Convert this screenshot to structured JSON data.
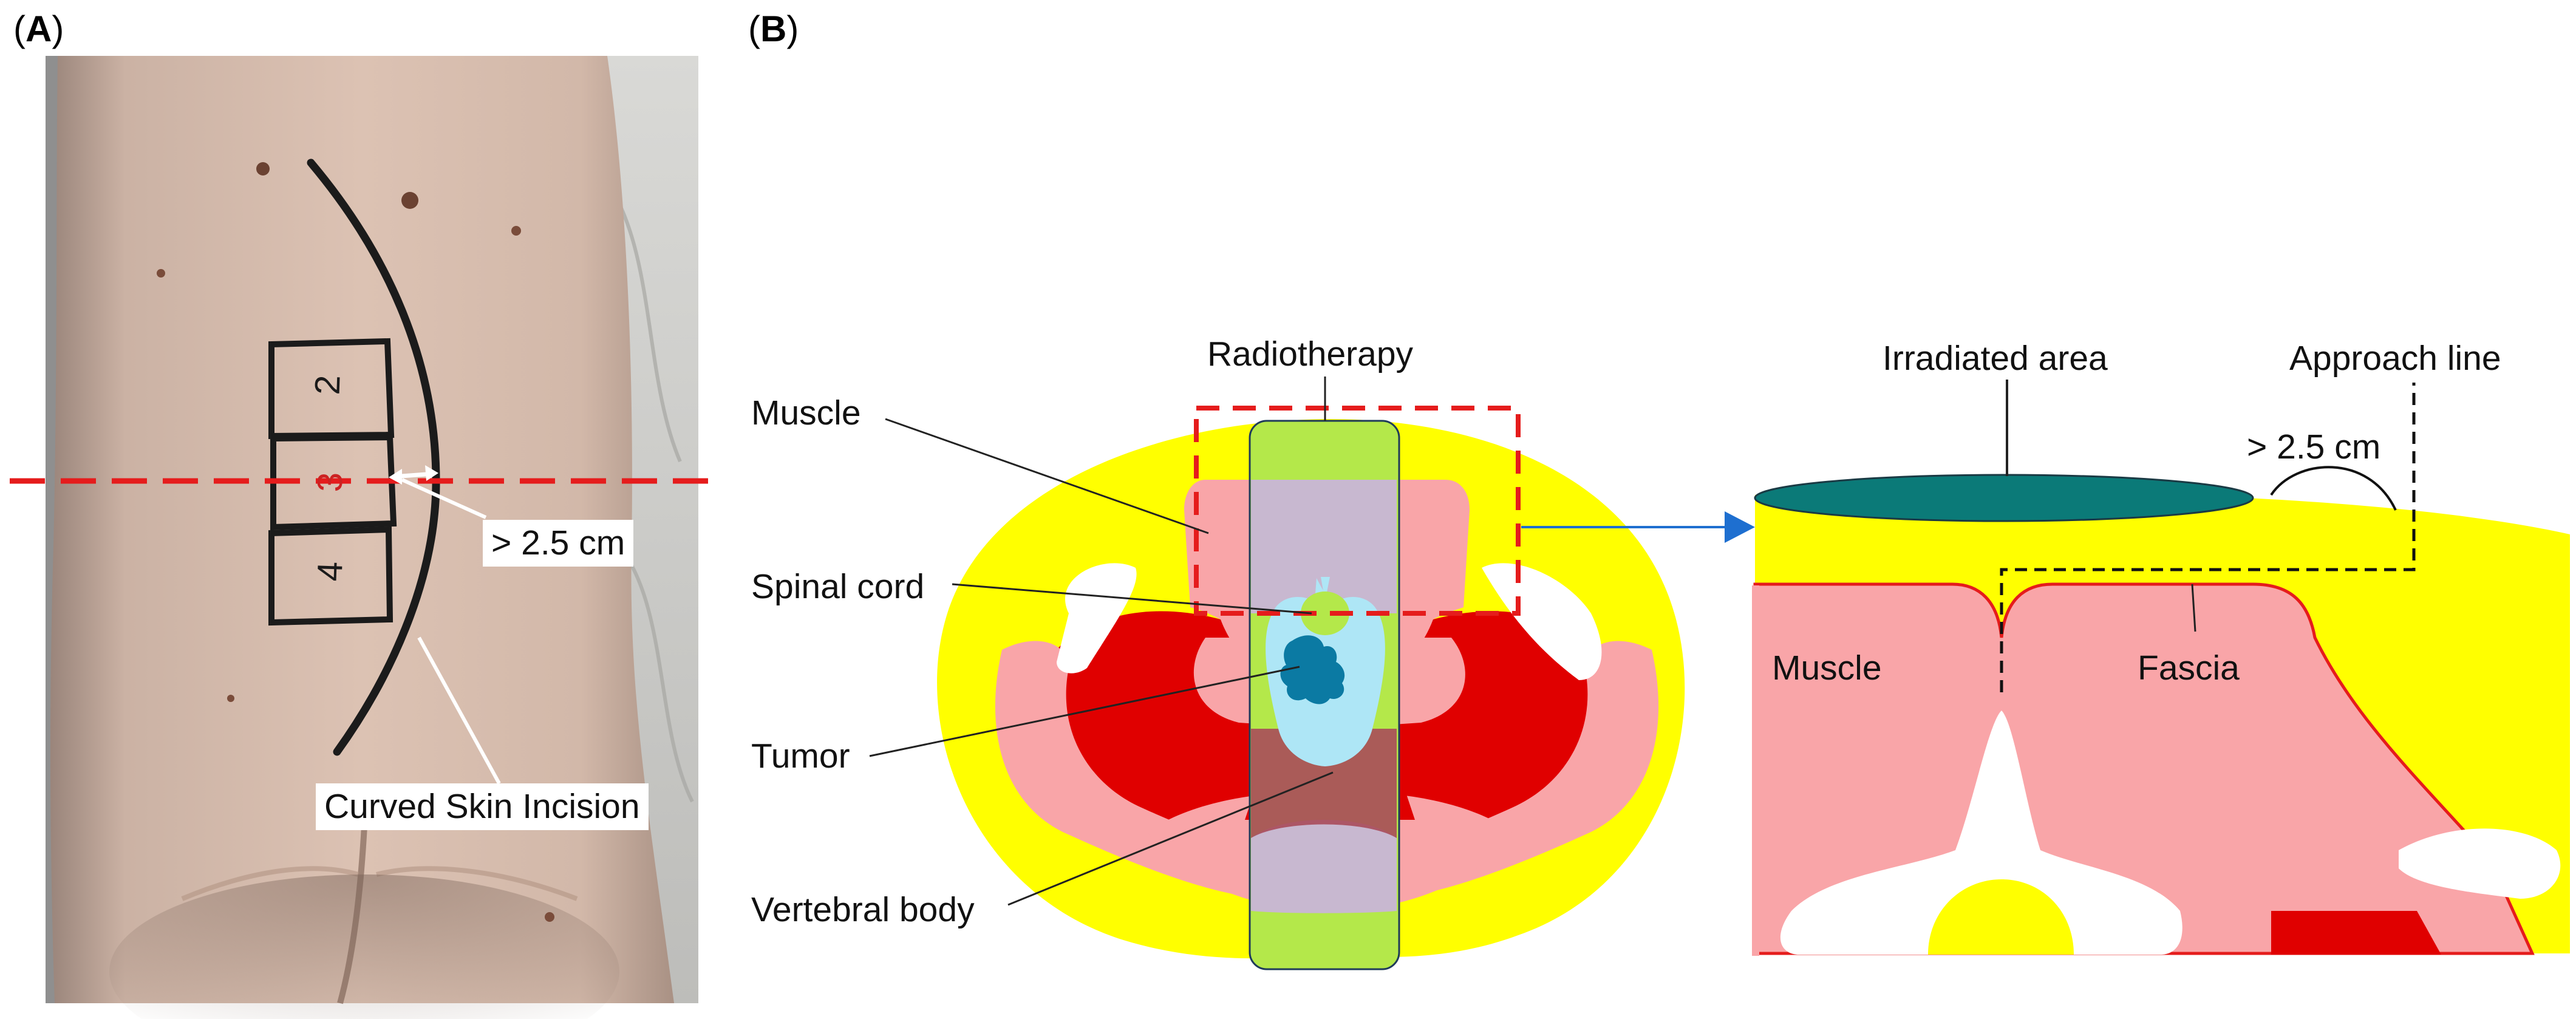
{
  "panel_a": {
    "letter_open": "(",
    "letter": "A",
    "letter_close": ")",
    "boxes": [
      "2",
      "3",
      "4"
    ],
    "distance_label": "> 2.5 cm",
    "incision_label": "Curved Skin Incision"
  },
  "panel_b": {
    "letter_open": "(",
    "letter": "B",
    "letter_close": ")",
    "cross_section": {
      "radiotherapy": "Radiotherapy",
      "muscle": "Muscle",
      "spinal_cord": "Spinal cord",
      "tumor": "Tumor",
      "vertebral_body": "Vertebral body"
    },
    "detail": {
      "irradiated_area": "Irradiated area",
      "approach_line": "Approach line",
      "distance": "> 2.5 cm",
      "muscle": "Muscle",
      "fascia": "Fascia"
    }
  },
  "colors": {
    "fat": "#ffff00",
    "muscle_light": "#f9a5a8",
    "muscle_dark": "#e00000",
    "radiotherapy_field": "#b4e84a",
    "radiotherapy_overlay": "#c8b8d0",
    "canal": "#aee6f6",
    "tumor": "#0b7aa3",
    "irradiated_area": "#0b7a78",
    "dashed_box": "#e51c1c",
    "arrow": "#1e6fd0"
  }
}
